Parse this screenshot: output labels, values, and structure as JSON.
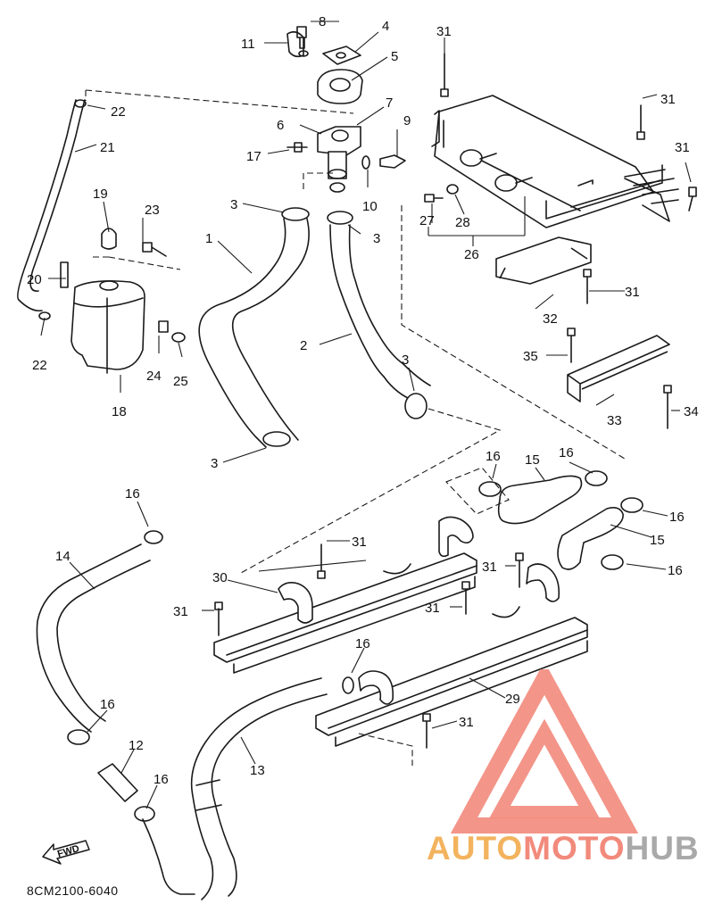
{
  "diagram_code": "8CM2100-6040",
  "fwd_label": "FWD",
  "watermark": {
    "part1": "AUTO",
    "part2": "MOTO",
    "part3": "HUB"
  },
  "colors": {
    "line": "#1a1a1a",
    "wm_orange": "#f3b35e",
    "wm_red": "#f28a7c",
    "wm_gray": "#a9a9a9"
  },
  "callouts": {
    "c1": "1",
    "c2": "2",
    "c3a": "3",
    "c3b": "3",
    "c3c": "3",
    "c3d": "3",
    "c4": "4",
    "c5": "5",
    "c6": "6",
    "c7": "7",
    "c8": "8",
    "c9": "9",
    "c10": "10",
    "c11": "11",
    "c12": "12",
    "c13": "13",
    "c14": "14",
    "c15a": "15",
    "c15b": "15",
    "c16a": "16",
    "c16b": "16",
    "c16c": "16",
    "c16d": "16",
    "c16e": "16",
    "c16f": "16",
    "c16g": "16",
    "c16h": "16",
    "c17": "17",
    "c18": "18",
    "c19": "19",
    "c20": "20",
    "c21": "21",
    "c22a": "22",
    "c22b": "22",
    "c23": "23",
    "c24": "24",
    "c25": "25",
    "c26": "26",
    "c27": "27",
    "c28": "28",
    "c29": "29",
    "c30": "30",
    "c31a": "31",
    "c31b": "31",
    "c31c": "31",
    "c31d": "31",
    "c31e": "31",
    "c31f": "31",
    "c31g": "31",
    "c31h": "31",
    "c31i": "31",
    "c32": "32",
    "c33": "33",
    "c34": "34",
    "c35": "35"
  }
}
